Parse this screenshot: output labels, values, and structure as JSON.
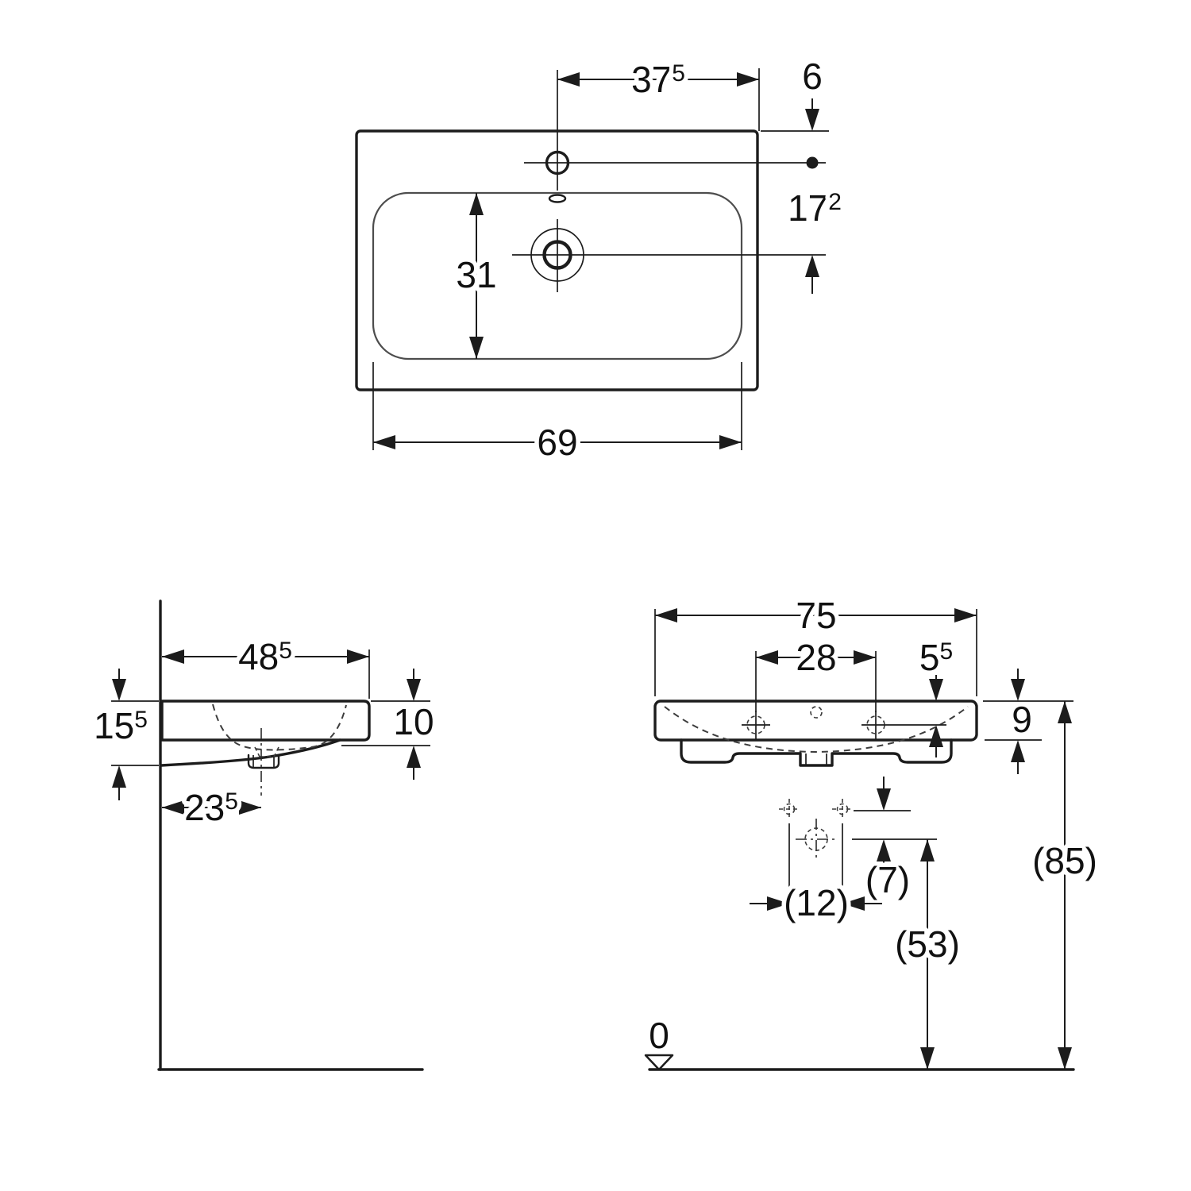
{
  "drawing": {
    "title": "washbasin-dimension-drawing",
    "line_color": "#1c1c1c",
    "background": "#ffffff"
  },
  "top_view": {
    "dim_half_width": {
      "main": "37",
      "sup": "5"
    },
    "dim_back_offset": "6",
    "dim_faucet_to_drain": {
      "main": "17",
      "sup": "2"
    },
    "dim_bowl_depth": "31",
    "dim_bottom_width": "69"
  },
  "side_view": {
    "dim_depth": {
      "main": "48",
      "sup": "5"
    },
    "dim_front_height": "10",
    "dim_wall_height": {
      "main": "15",
      "sup": "5"
    },
    "dim_drain_offset": {
      "main": "23",
      "sup": "5"
    }
  },
  "front_view": {
    "dim_width": "75",
    "dim_hole_spacing": "28",
    "dim_rim_to_hole": {
      "main": "5",
      "sup": "5"
    },
    "dim_thickness": "9",
    "dim_total_height": "(85)",
    "dim_drain_height": "(53)",
    "dim_hole_drop": "(7)",
    "dim_bolt_spacing": "(12)",
    "datum_level": "0"
  }
}
